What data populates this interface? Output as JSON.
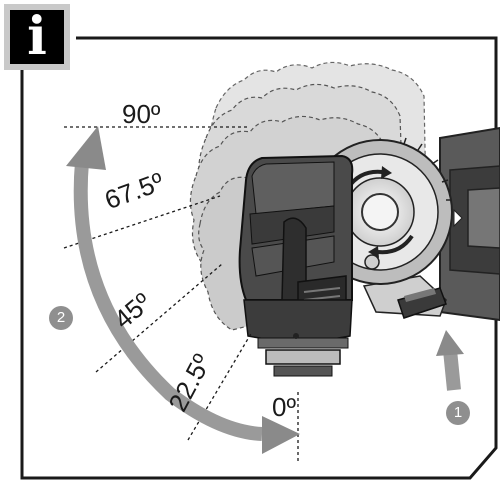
{
  "info_icon": {
    "glyph": "i",
    "icon": "info-icon"
  },
  "angles": {
    "a90": "90º",
    "a67": "67.5º",
    "a45": "45º",
    "a22": "22.5º",
    "a0": "0º"
  },
  "callouts": {
    "one": "1",
    "two": "2"
  },
  "colors": {
    "frame": "#1a1a1a",
    "device_dark": "#444444",
    "ghost": "#c8c8c8",
    "arrow": "#8c8c8c",
    "badge": "#8f8f8f"
  }
}
